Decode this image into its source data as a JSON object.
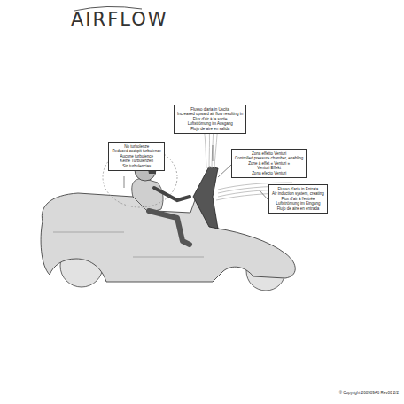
{
  "diagram": {
    "title": "AIRFLOW",
    "nodes": [
      {
        "text": [
          "No turbolenze",
          "Reduced cockpit turbulence",
          "Aucune turbulence",
          "Keine Turbulenzen",
          "Sin turbulencias"
        ]
      },
      {
        "text": [
          "Flusso d'aria in Uscita",
          "Increased upward air flow resulting in",
          "Flux d'air à la sortie",
          "Luftströmung im Ausgang",
          "Flujo de aire en salida"
        ]
      },
      {
        "text": [
          "Zona effetto Venturi",
          "Controlled pressure chamber, enabling",
          "Zone à effet « Venturi »",
          "Venturi Effekt",
          "Zona efecto Venturi"
        ]
      },
      {
        "text": [
          "Flusso d'aria in Entrata",
          "Air induction system, creating",
          "Flux d'air à l'entrée",
          "Luftströmung im Eingang",
          "Flujo de aire en entrada"
        ]
      }
    ],
    "labels": [
      "© Copyright 260909A6 Rev00 2/2"
    ]
  }
}
